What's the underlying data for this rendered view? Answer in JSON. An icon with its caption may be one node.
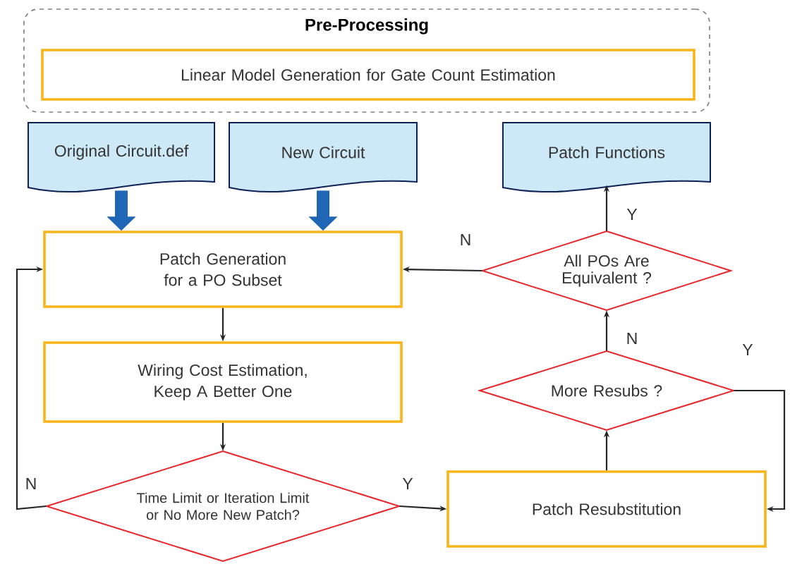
{
  "diagram": {
    "nodes": [
      {
        "text": [
          "Pre-Processing"
        ]
      },
      {
        "text": [
          "Linear Model Generation for Gate Count Estimation"
        ],
        "in": 0
      },
      {
        "text": [
          "Original Circuit.def"
        ]
      },
      {
        "text": [
          "New Circuit"
        ]
      },
      {
        "text": [
          "Patch Functions"
        ]
      },
      {
        "text": [
          "Patch Generation for a PO Subset"
        ]
      },
      {
        "text": [
          "Wiring Cost Estimation, Keep A Better One"
        ]
      },
      {
        "text": [
          "Time Limit or Iteration Limit or No More New Patch?"
        ]
      },
      {
        "text": [
          "Patch Resubstitution"
        ]
      },
      {
        "text": [
          "More Resubs ?"
        ]
      },
      {
        "text": [
          "All POs Are Equivalent ?"
        ]
      }
    ],
    "edges": [
      {
        "from": 2,
        "to": 5,
        "arrow": "to",
        "style": "thick",
        "color": "#1f66b5"
      },
      {
        "from": 3,
        "to": 5,
        "arrow": "to",
        "style": "thick",
        "color": "#1f66b5"
      },
      {
        "from": 5,
        "to": 6,
        "arrow": "to"
      },
      {
        "from": 6,
        "to": 7,
        "arrow": "to"
      },
      {
        "from": 7,
        "to": 5,
        "arrow": "to",
        "label": "N"
      },
      {
        "from": 7,
        "to": 8,
        "arrow": "to",
        "label": "Y"
      },
      {
        "from": 8,
        "to": 9,
        "arrow": "to"
      },
      {
        "from": 9,
        "to": 10,
        "arrow": "to",
        "label": "N"
      },
      {
        "from": 9,
        "to": 8,
        "arrow": "to",
        "label": "Y"
      },
      {
        "from": 10,
        "to": 5,
        "arrow": "to",
        "label": "N"
      },
      {
        "from": 10,
        "to": 4,
        "arrow": "to",
        "label": "Y"
      }
    ]
  }
}
